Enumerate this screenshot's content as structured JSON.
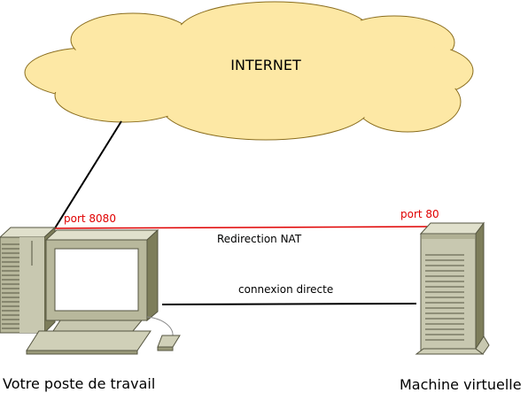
{
  "cloud": {
    "label": "INTERNET",
    "fill": "#fde8a5",
    "stroke": "#8a6d1e"
  },
  "links": {
    "nat": {
      "label": "Redirection NAT",
      "color": "#e00000"
    },
    "direct": {
      "label": "connexion directe",
      "color": "#000000"
    }
  },
  "ports": {
    "host": "port 8080",
    "vm": "port 80",
    "color": "#e00000"
  },
  "devices": {
    "workstation": {
      "label": "Votre poste de travail",
      "icon": "desktop-computer-icon"
    },
    "vm": {
      "label": "Machine virtuelle",
      "icon": "server-tower-icon"
    }
  },
  "colors": {
    "device_light": "#d0d0b8",
    "device_mid": "#b8b89c",
    "device_dark": "#7d7d5a"
  }
}
